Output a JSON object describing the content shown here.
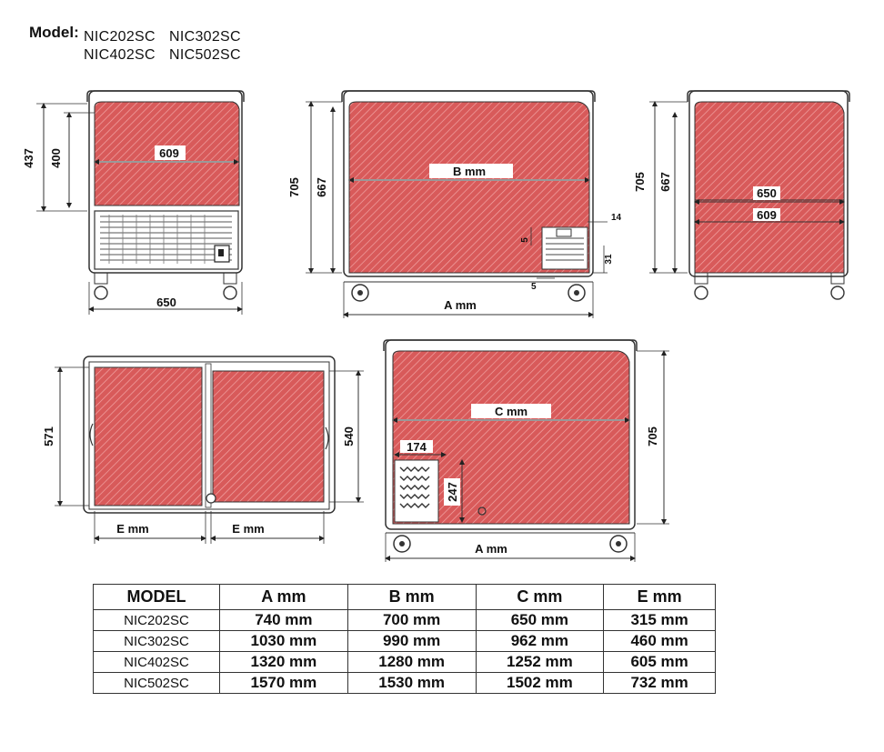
{
  "header": {
    "label": "Model:",
    "models": [
      "NIC202SC",
      "NIC302SC",
      "NIC402SC",
      "NIC502SC"
    ]
  },
  "dimensions": {
    "front": {
      "h_outer": "437",
      "h_inner": "400",
      "w_inner": "609",
      "w_outer": "650"
    },
    "side": {
      "h_outer": "705",
      "h_inner": "667",
      "b": "B mm",
      "a": "A mm",
      "d14": "14",
      "d5a": "5",
      "d31": "31",
      "d5b": "5"
    },
    "right": {
      "h_outer": "705",
      "h_inner": "667",
      "w_outer": "650",
      "w_inner": "609"
    },
    "top": {
      "depth_outer": "571",
      "depth_inner": "540",
      "e_left": "E mm",
      "e_right": "E mm"
    },
    "rear": {
      "c": "C mm",
      "h": "705",
      "w174": "174",
      "h247": "247",
      "a": "A mm"
    }
  },
  "table": {
    "headers": [
      "MODEL",
      "A mm",
      "B mm",
      "C mm",
      "E mm"
    ],
    "rows": [
      [
        "NIC202SC",
        "740 mm",
        "700 mm",
        "650 mm",
        "315 mm"
      ],
      [
        "NIC302SC",
        "1030 mm",
        "990 mm",
        "962 mm",
        "460 mm"
      ],
      [
        "NIC402SC",
        "1320 mm",
        "1280 mm",
        "1252 mm",
        "605 mm"
      ],
      [
        "NIC502SC",
        "1570 mm",
        "1530 mm",
        "1502 mm",
        "732 mm"
      ]
    ]
  },
  "colors": {
    "panel_fill": "#d85a5a",
    "hatch": "#f0a3a3",
    "outline": "#333333"
  }
}
